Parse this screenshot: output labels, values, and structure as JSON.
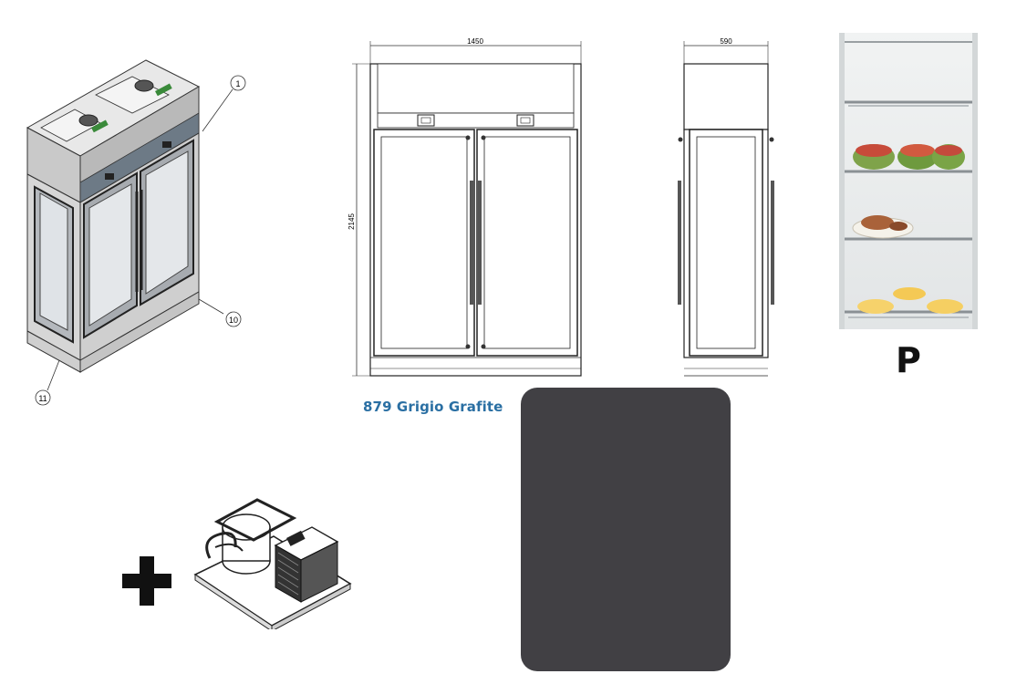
{
  "iso_view": {
    "callouts": [
      "1",
      "10",
      "11"
    ]
  },
  "front_view": {
    "width_dim": "1450",
    "height_dim": "2145"
  },
  "side_view": {
    "depth_dim": "590"
  },
  "interior": {
    "type_letter": "P"
  },
  "color_option": {
    "label": "879 Grigio Grafite",
    "swatch_color": "#414044",
    "label_color": "#2a6fa3"
  },
  "accessory": {
    "plus_icon": "plus-icon",
    "unit_icon": "condensing-unit-icon"
  }
}
